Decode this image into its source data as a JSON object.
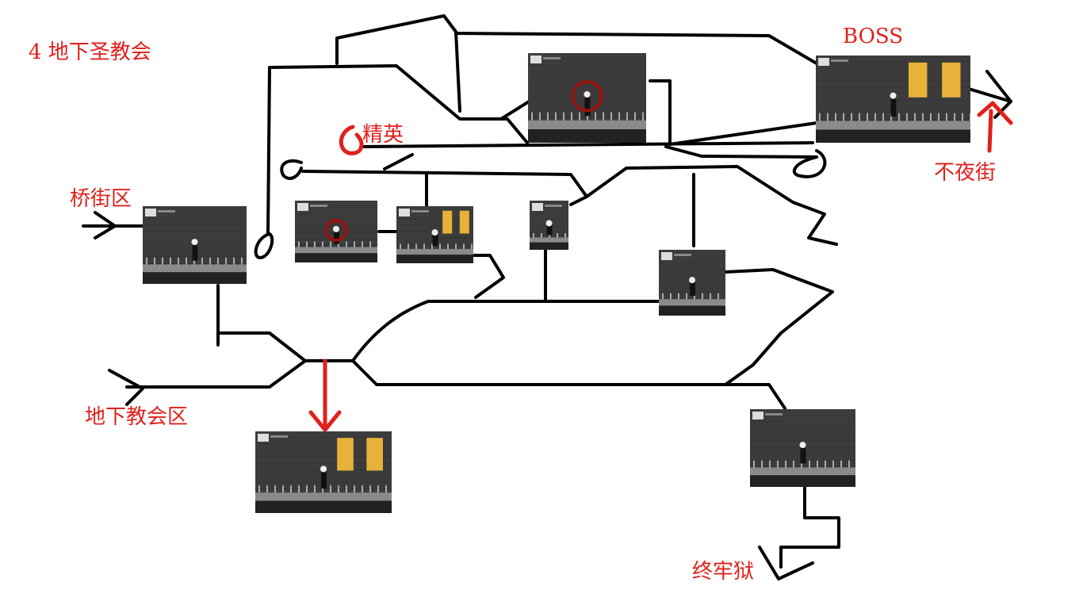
{
  "title": "4   地下圣教会",
  "labels": {
    "boss": "BOSS",
    "elite": "精英",
    "bridge_street": "桥街区",
    "underground_church": "地下教会区",
    "nightless_street": "不夜街",
    "final_prison": "终牢狱"
  },
  "colors": {
    "label": "#e0201c",
    "path": "#000000",
    "marker": "#e0201c",
    "room_wall": "#3c3c3c",
    "room_floor": "#8a8a8a",
    "window_glass": "#e6b23a",
    "blood": "#9a1010"
  },
  "rooms": [
    {
      "id": "bridge-street-room",
      "window": false,
      "elite": false
    },
    {
      "id": "elite-room",
      "window": false,
      "elite": true
    },
    {
      "id": "window-room",
      "window": true,
      "elite": false
    },
    {
      "id": "narrow-room",
      "window": false,
      "elite": false
    },
    {
      "id": "iron-gate-room",
      "window": false,
      "elite": false
    },
    {
      "id": "upper-elite-room",
      "window": false,
      "elite": true
    },
    {
      "id": "boss-room",
      "window": true,
      "elite": false
    },
    {
      "id": "stairs-save-room",
      "window": true,
      "elite": false
    },
    {
      "id": "prison-gate-room",
      "window": false,
      "elite": false
    }
  ]
}
